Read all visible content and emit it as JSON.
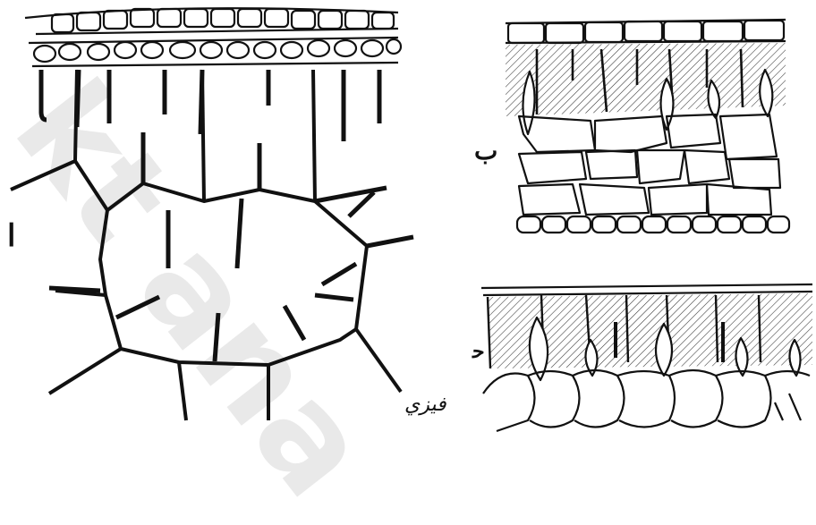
{
  "panels": {
    "a": {
      "label": "ا"
    },
    "b": {
      "label": "ب"
    },
    "c": {
      "label": "ﺣ"
    }
  },
  "signature": "فيزي",
  "watermark": "kt ana",
  "colors": {
    "ink": "#111111",
    "paper": "#ffffff",
    "hatch": "#333333",
    "watermark": "#b8b8b8"
  }
}
